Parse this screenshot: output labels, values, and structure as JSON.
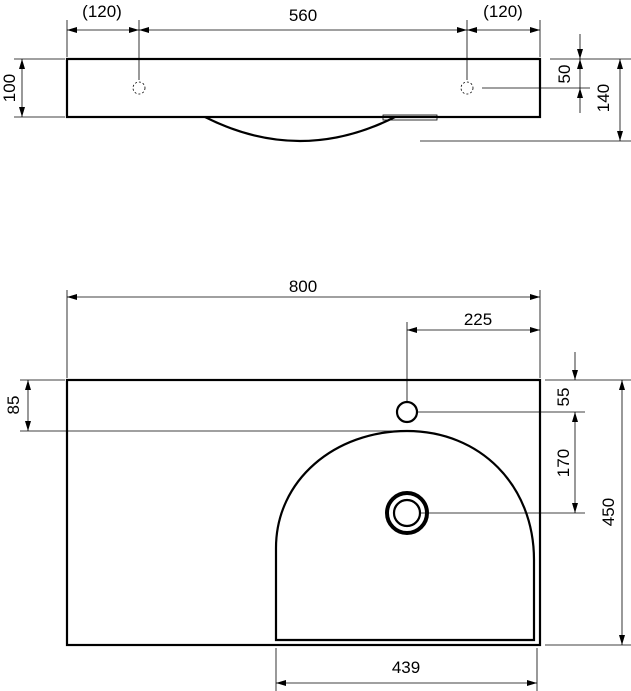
{
  "top_view": {
    "dim_left_offset": "(120)",
    "dim_hole_spacing": "560",
    "dim_right_offset": "(120)",
    "dim_height": "100",
    "dim_hole_depth": "50",
    "dim_total_height": "140"
  },
  "plan_view": {
    "dim_width": "800",
    "dim_tap_offset": "225",
    "dim_basin_top": "85",
    "dim_tap_from_edge": "55",
    "dim_tap_to_drain": "170",
    "dim_depth": "450",
    "dim_basin_width": "439"
  },
  "colors": {
    "line": "#000000",
    "background": "#ffffff"
  }
}
